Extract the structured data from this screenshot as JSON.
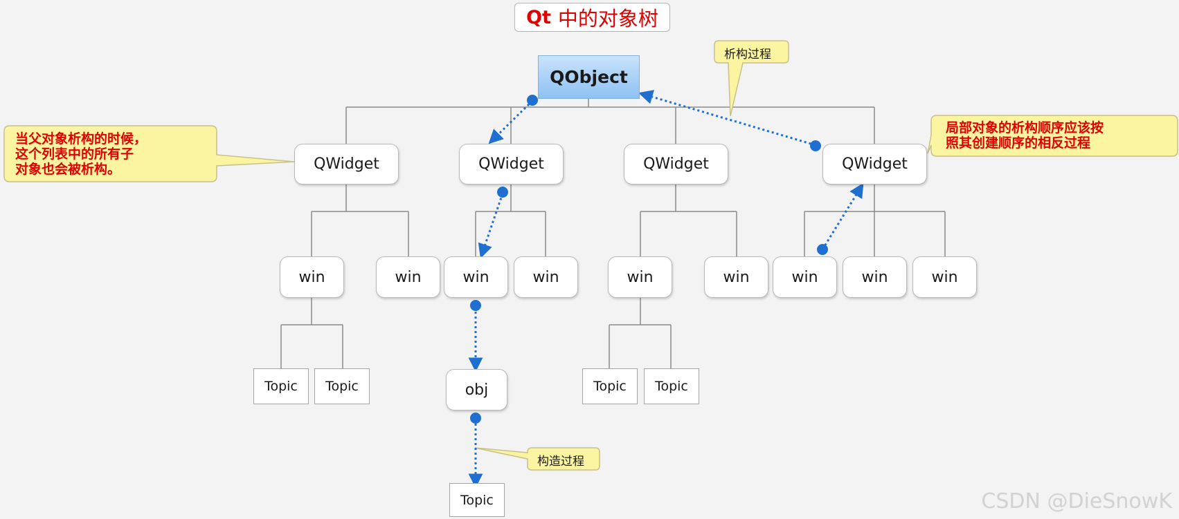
{
  "title": {
    "prefix": "Qt",
    "text": "中的对象树"
  },
  "root": {
    "label": "QObject"
  },
  "widgets": [
    {
      "label": "QWidget"
    },
    {
      "label": "QWidget"
    },
    {
      "label": "QWidget"
    },
    {
      "label": "QWidget"
    }
  ],
  "wins": [
    {
      "label": "win"
    },
    {
      "label": "win"
    },
    {
      "label": "win"
    },
    {
      "label": "win"
    },
    {
      "label": "win"
    },
    {
      "label": "win"
    },
    {
      "label": "win"
    },
    {
      "label": "win"
    },
    {
      "label": "win"
    }
  ],
  "topics": [
    {
      "label": "Topic"
    },
    {
      "label": "Topic"
    },
    {
      "label": "Topic"
    },
    {
      "label": "Topic"
    },
    {
      "label": "Topic"
    }
  ],
  "obj": {
    "label": "obj"
  },
  "callouts": {
    "left": {
      "lines": [
        "当父对象析构的时候，",
        "这个列表中的所有子",
        "对象也会被析构。"
      ]
    },
    "right": {
      "lines": [
        "局部对象的析构顺序应该按",
        "照其创建顺序的相反过程"
      ]
    },
    "destruct": {
      "text": "析构过程"
    },
    "construct": {
      "text": "构造过程"
    }
  },
  "watermark": "CSDN @DieSnowK",
  "colors": {
    "arrow": "#1f6fd1",
    "connector": "#8a8a8a",
    "callout_fill": "#fbf4a0",
    "callout_stroke": "#c8c08a",
    "title_text": "#e10000"
  }
}
